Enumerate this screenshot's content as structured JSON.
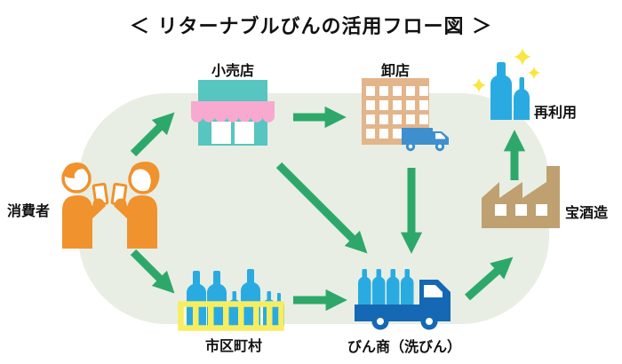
{
  "title": "＜ リターナブルびんの活用フロー図 ＞",
  "colors": {
    "arrow_green": "#2ea86a",
    "background_blob": "#e8eee3",
    "consumer_orange": "#f0922d",
    "store_teal": "#57c5c0",
    "awning_pink": "#f8a9d0",
    "wholesale_tan": "#e3b58a",
    "delivery_truck_blue": "#3e8fce",
    "dealer_truck_blue": "#1568b3",
    "bottle_blue": "#29abe2",
    "factory_tan": "#bfa070",
    "crate_yellow": "#f6ed62",
    "sparkle_yellow": "#f9e63f"
  },
  "nodes": {
    "consumer": {
      "label": "消費者",
      "icon": "people-toasting-icon"
    },
    "retail": {
      "label": "小売店",
      "icon": "storefront-icon"
    },
    "wholesale": {
      "label": "卸店",
      "icon": "office-building-icon, delivery-truck-icon"
    },
    "reuse": {
      "label": "再利用",
      "icon": "sparkling-bottles-icon"
    },
    "takara": {
      "label": "宝酒造",
      "icon": "factory-icon"
    },
    "municipality": {
      "label": "市区町村",
      "icon": "bottle-crate-icon"
    },
    "bottle_dealer": {
      "label": "びん商（洗びん）",
      "icon": "bottle-truck-icon"
    }
  },
  "flows": [
    {
      "from": "消費者",
      "to": "小売店"
    },
    {
      "from": "消費者",
      "to": "市区町村"
    },
    {
      "from": "小売店",
      "to": "卸店"
    },
    {
      "from": "小売店",
      "to": "びん商（洗びん）"
    },
    {
      "from": "卸店",
      "to": "びん商（洗びん）"
    },
    {
      "from": "市区町村",
      "to": "びん商（洗びん）"
    },
    {
      "from": "びん商（洗びん）",
      "to": "宝酒造"
    },
    {
      "from": "宝酒造",
      "to": "再利用"
    }
  ]
}
